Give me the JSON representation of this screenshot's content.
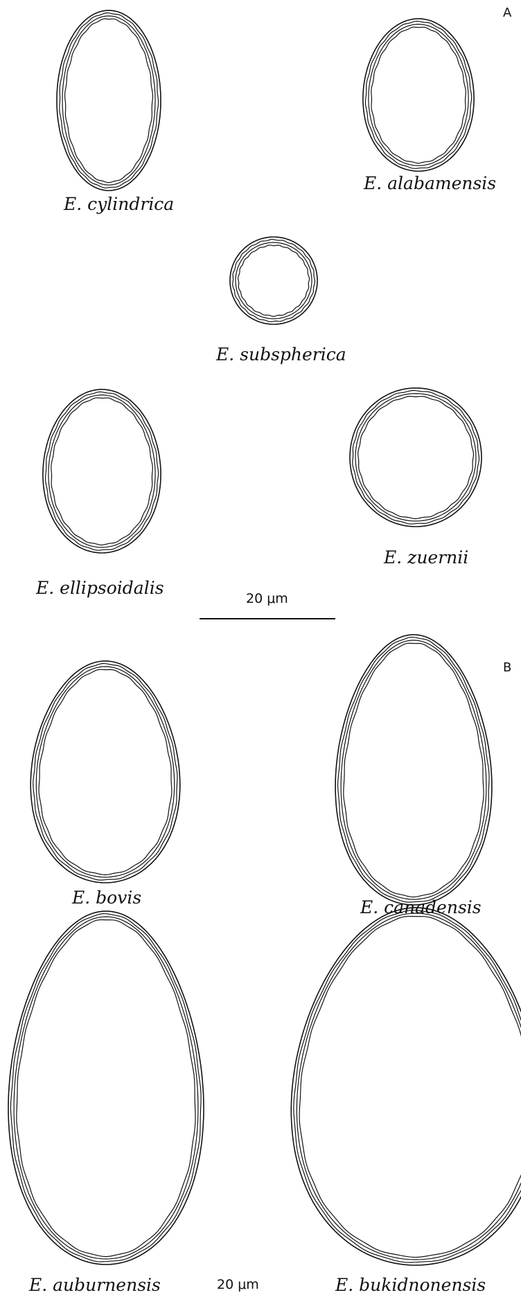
{
  "panel_a": {
    "label": "A",
    "scale_label": "20 μm",
    "species": [
      {
        "name": "E. cylindrica"
      },
      {
        "name": "E. alabamensis"
      },
      {
        "name": "E. subspherica"
      },
      {
        "name": "E. ellipsoidalis"
      },
      {
        "name": "E. zuernii"
      }
    ]
  },
  "panel_b": {
    "label": "B",
    "scale_label": "20 μm",
    "species": [
      {
        "name": "E. bovis"
      },
      {
        "name": "E. canadensis"
      },
      {
        "name": "E. auburnensis"
      },
      {
        "name": "E. bukidnonensis"
      }
    ]
  }
}
